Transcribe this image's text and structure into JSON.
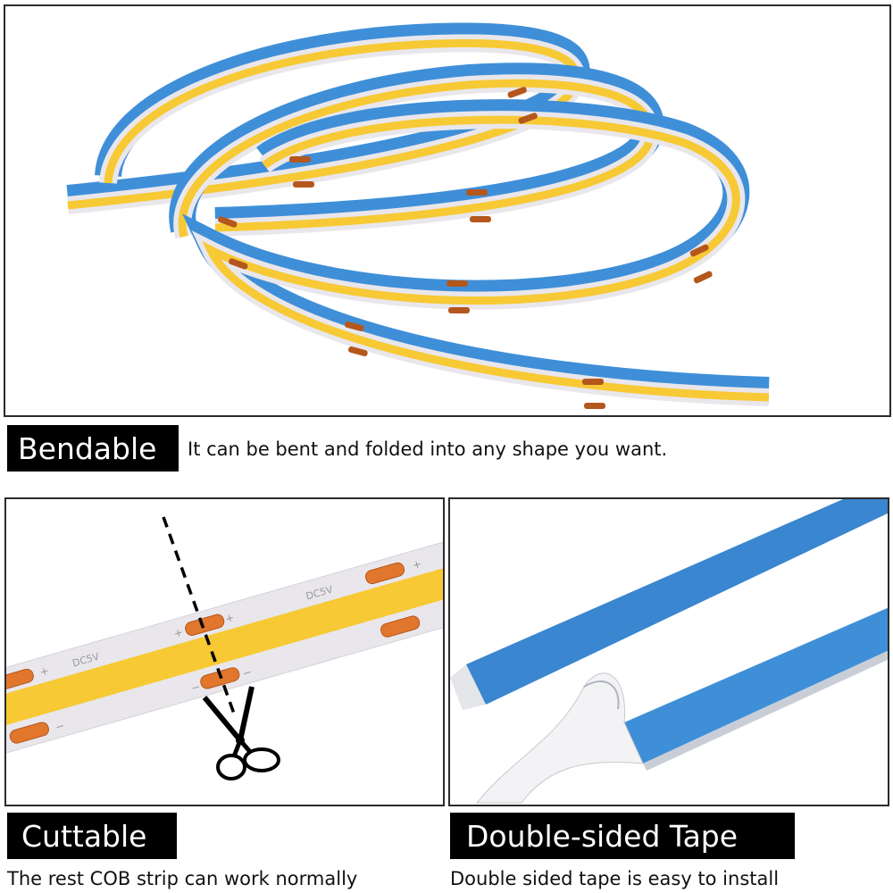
{
  "colors": {
    "led_yellow": "#f7c934",
    "pcb_white": "#e9e7ec",
    "tape_blue": "#3f8fd8",
    "solder_pad": "#b5571c",
    "label_bg": "#000000",
    "label_text": "#ffffff"
  },
  "features": {
    "bendable": {
      "label": "Bendable",
      "description": "It can be bent and folded into any shape you want."
    },
    "cuttable": {
      "label": "Cuttable",
      "description": "The rest COB strip can work normally",
      "silkscreen": "DC5V",
      "icon": "scissors-icon"
    },
    "tape": {
      "label": "Double-sided Tape",
      "description": "Double sided tape is easy to install"
    }
  }
}
